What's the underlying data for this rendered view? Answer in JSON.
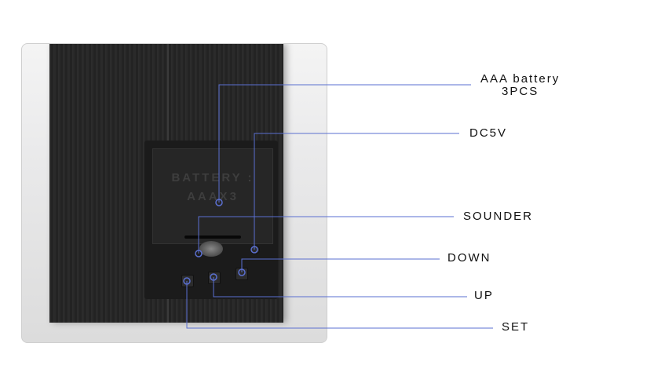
{
  "panel_text": [
    "BATTERY :",
    "AAAX3"
  ],
  "callouts": [
    {
      "id": "battery",
      "label": "AAA battery",
      "label2": "3PCS"
    },
    {
      "id": "dc5v",
      "label": "DC5V"
    },
    {
      "id": "sounder",
      "label": "SOUNDER"
    },
    {
      "id": "down",
      "label": "DOWN"
    },
    {
      "id": "up",
      "label": "UP"
    },
    {
      "id": "set",
      "label": "SET"
    }
  ],
  "line_color": "#5a6fd0"
}
